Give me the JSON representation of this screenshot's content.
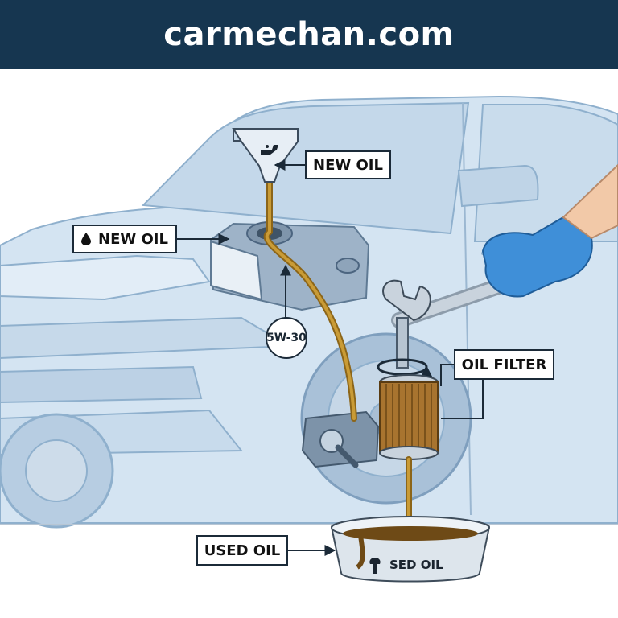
{
  "banner": {
    "site": "carmechan.com",
    "bg_color": "#163650"
  },
  "labels": {
    "new_oil_top": "NEW OIL",
    "new_oil_left": "NEW OIL",
    "oil_filter": "OIL FILTER",
    "used_oil": "USED OIL"
  },
  "oil_cap": {
    "grade": "5W-30"
  },
  "drain_pan": {
    "text": "SED OIL"
  },
  "icons": [
    "oil-can-icon",
    "oil-drop-icon",
    "wrench-icon",
    "rotation-arrow-icon"
  ],
  "colors": {
    "car_body": "#d3e3f1",
    "car_outline": "#8fb0cd",
    "oil": "#b58a2a",
    "glove": "#3f8fd8",
    "metal": "#aab8c6",
    "filter": "#a8742f"
  }
}
